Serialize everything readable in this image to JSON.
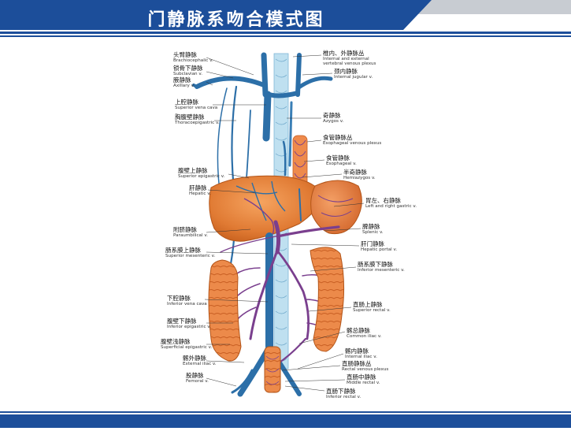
{
  "title": "门静脉系吻合模式图",
  "colors": {
    "header_blue": "#1c4e9a",
    "header_grey": "#c8ccd2",
    "vein": "#2c6fa8",
    "organ": "#e8813a",
    "portal_purple": "#7a3f8e"
  },
  "labels_left": [
    {
      "cn": "头臂静脉",
      "en": "Brachiocephalic v."
    },
    {
      "cn": "锁骨下静脉",
      "en": "Subclavian v."
    },
    {
      "cn": "腋静脉",
      "en": "Axillary v."
    },
    {
      "cn": "上腔静脉",
      "en": "Superior vena cava"
    },
    {
      "cn": "胸腹壁静脉",
      "en": "Thoracoepigastric v."
    },
    {
      "cn": "腹壁上静脉",
      "en": "Superior epigastric v."
    },
    {
      "cn": "肝静脉",
      "en": "Hepatic v."
    },
    {
      "cn": "附脐静脉",
      "en": "Paraumbilical v."
    },
    {
      "cn": "肠系膜上静脉",
      "en": "Superior mesenteric v."
    },
    {
      "cn": "下腔静脉",
      "en": "Inferior vena cava"
    },
    {
      "cn": "腹壁下静脉",
      "en": "Inferior epigastric v."
    },
    {
      "cn": "腹壁浅静脉",
      "en": "Superficial epigastric v."
    },
    {
      "cn": "髂外静脉",
      "en": "External iliac v."
    },
    {
      "cn": "股静脉",
      "en": "Femoral v."
    }
  ],
  "labels_right": [
    {
      "cn": "椎内、外静脉丛",
      "en": "Internal and external",
      "en2": "vertebral venous plexus"
    },
    {
      "cn": "颈内静脉",
      "en": "Internal jugular v."
    },
    {
      "cn": "奇静脉",
      "en": "Azygos v."
    },
    {
      "cn": "食管静脉丛",
      "en": "Esophageal venous plexus"
    },
    {
      "cn": "食管静脉",
      "en": "Esophageal v."
    },
    {
      "cn": "半奇静脉",
      "en": "Hemiazygos v."
    },
    {
      "cn": "胃左、右静脉",
      "en": "Left and right gastric v."
    },
    {
      "cn": "脾静脉",
      "en": "Splenic v."
    },
    {
      "cn": "肝门静脉",
      "en": "Hepatic portal v."
    },
    {
      "cn": "肠系膜下静脉",
      "en": "Inferior mesenteric v."
    },
    {
      "cn": "直肠上静脉",
      "en": "Superior rectal v."
    },
    {
      "cn": "髂总静脉",
      "en": "Common iliac v."
    },
    {
      "cn": "髂内静脉",
      "en": "Internal iliac v."
    },
    {
      "cn": "直肠静脉丛",
      "en": "Rectal venous plexus"
    },
    {
      "cn": "直肠中静脉",
      "en": "Middle rectal v."
    },
    {
      "cn": "直肠下静脉",
      "en": "Inferior rectal v."
    }
  ]
}
